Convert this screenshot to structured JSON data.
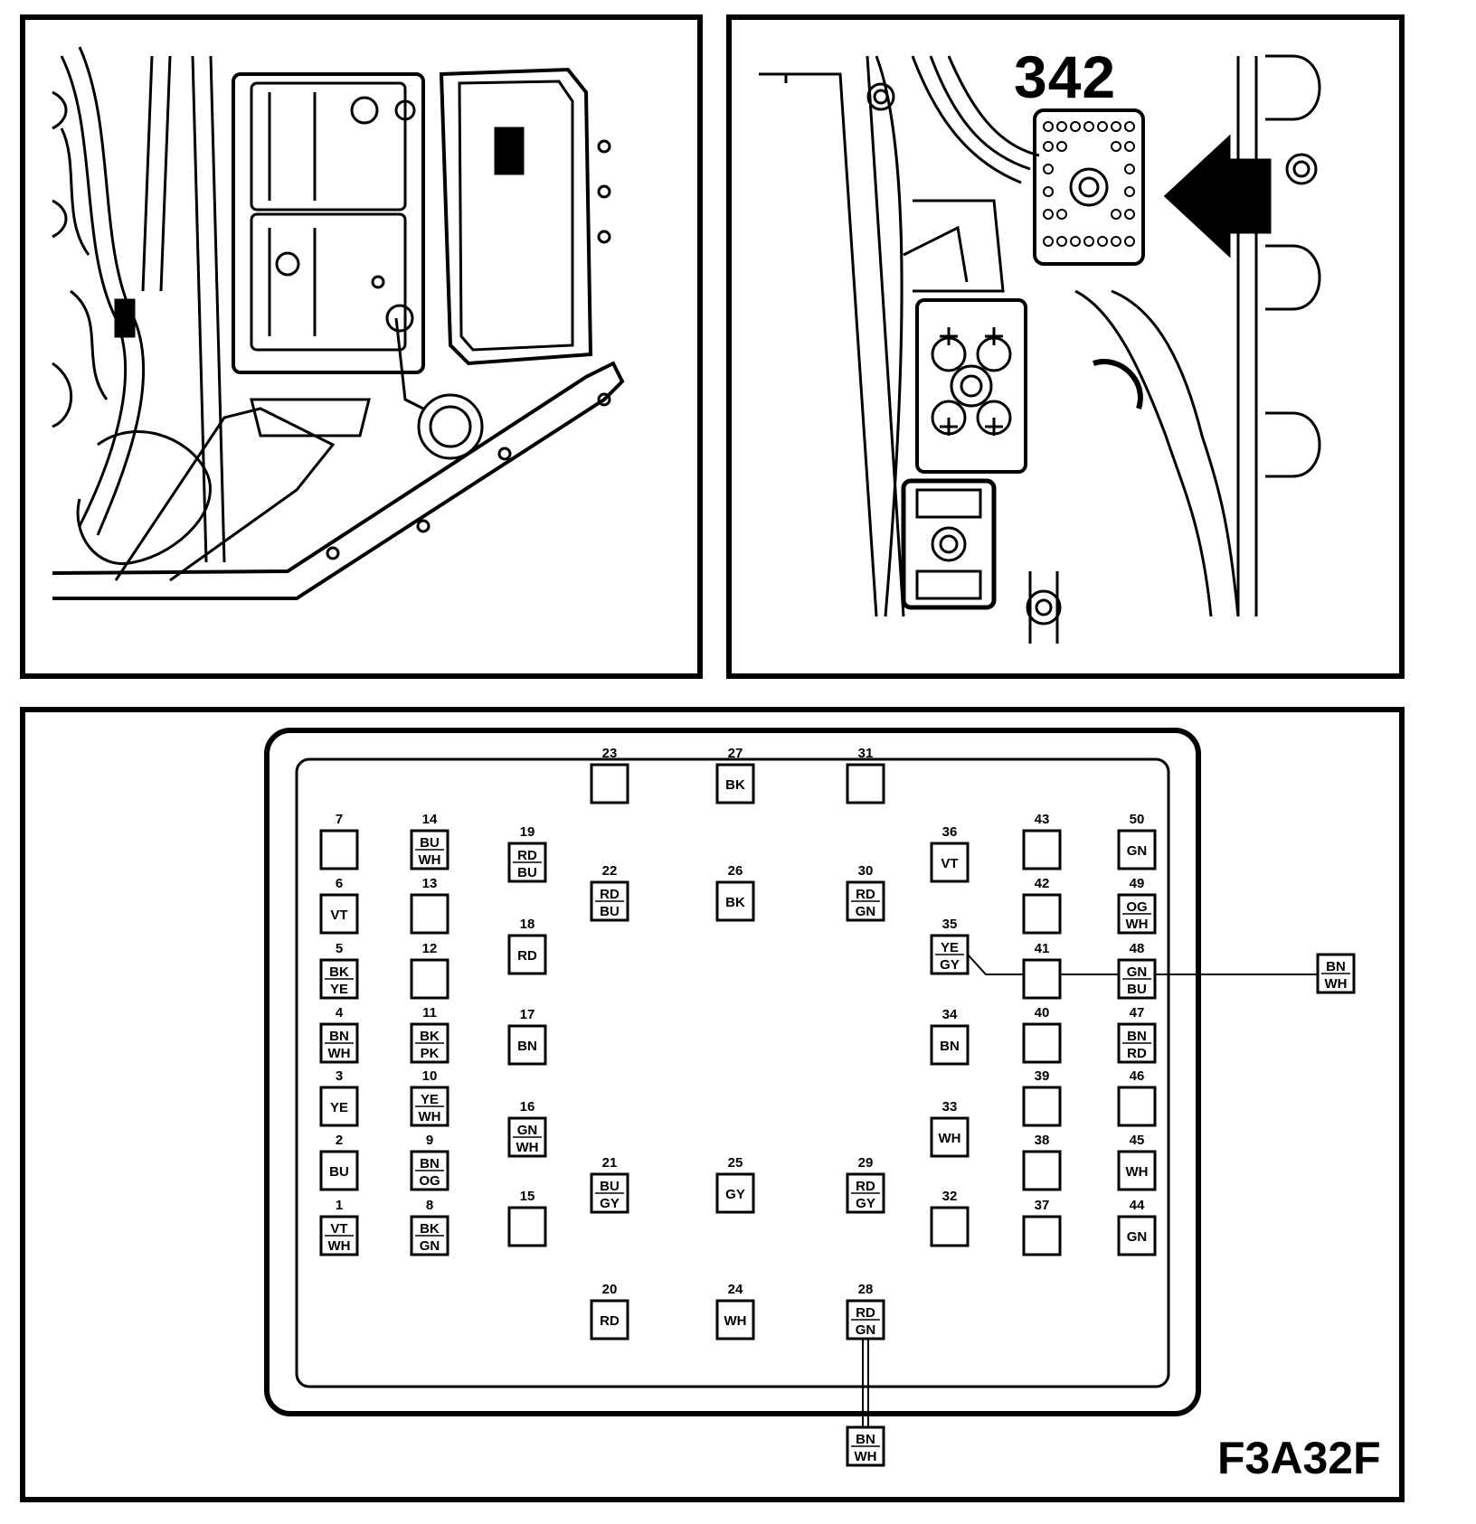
{
  "ref_label": "342",
  "figure_code": "F3A32F",
  "pins": [
    {
      "n": "1",
      "c": [
        "VT",
        "WH"
      ]
    },
    {
      "n": "2",
      "c": [
        "BU"
      ]
    },
    {
      "n": "3",
      "c": [
        "YE"
      ]
    },
    {
      "n": "4",
      "c": [
        "BN",
        "WH"
      ]
    },
    {
      "n": "5",
      "c": [
        "BK",
        "YE"
      ]
    },
    {
      "n": "6",
      "c": [
        "VT"
      ]
    },
    {
      "n": "7",
      "c": []
    },
    {
      "n": "8",
      "c": [
        "BK",
        "GN"
      ]
    },
    {
      "n": "9",
      "c": [
        "BN",
        "OG"
      ]
    },
    {
      "n": "10",
      "c": [
        "YE",
        "WH"
      ]
    },
    {
      "n": "11",
      "c": [
        "BK",
        "PK"
      ]
    },
    {
      "n": "12",
      "c": []
    },
    {
      "n": "13",
      "c": []
    },
    {
      "n": "14",
      "c": [
        "BU",
        "WH"
      ]
    },
    {
      "n": "15",
      "c": []
    },
    {
      "n": "16",
      "c": [
        "GN",
        "WH"
      ]
    },
    {
      "n": "17",
      "c": [
        "BN"
      ]
    },
    {
      "n": "18",
      "c": [
        "RD"
      ]
    },
    {
      "n": "19",
      "c": [
        "RD",
        "BU"
      ]
    },
    {
      "n": "20",
      "c": [
        "RD"
      ]
    },
    {
      "n": "21",
      "c": [
        "BU",
        "GY"
      ]
    },
    {
      "n": "22",
      "c": [
        "RD",
        "BU"
      ]
    },
    {
      "n": "23",
      "c": []
    },
    {
      "n": "24",
      "c": [
        "WH"
      ]
    },
    {
      "n": "25",
      "c": [
        "GY"
      ]
    },
    {
      "n": "26",
      "c": [
        "BK"
      ]
    },
    {
      "n": "27",
      "c": [
        "BK"
      ]
    },
    {
      "n": "28",
      "c": [
        "RD",
        "GN"
      ]
    },
    {
      "n": "29",
      "c": [
        "RD",
        "GY"
      ]
    },
    {
      "n": "30",
      "c": [
        "RD",
        "GN"
      ]
    },
    {
      "n": "31",
      "c": []
    },
    {
      "n": "32",
      "c": []
    },
    {
      "n": "33",
      "c": [
        "WH"
      ]
    },
    {
      "n": "34",
      "c": [
        "BN"
      ]
    },
    {
      "n": "35",
      "c": [
        "YE",
        "GY"
      ]
    },
    {
      "n": "36",
      "c": [
        "VT"
      ]
    },
    {
      "n": "37",
      "c": []
    },
    {
      "n": "38",
      "c": []
    },
    {
      "n": "39",
      "c": []
    },
    {
      "n": "40",
      "c": []
    },
    {
      "n": "41",
      "c": []
    },
    {
      "n": "42",
      "c": []
    },
    {
      "n": "43",
      "c": []
    },
    {
      "n": "44",
      "c": [
        "GN"
      ]
    },
    {
      "n": "45",
      "c": [
        "WH"
      ]
    },
    {
      "n": "46",
      "c": []
    },
    {
      "n": "47",
      "c": [
        "BN",
        "RD"
      ]
    },
    {
      "n": "48",
      "c": [
        "GN",
        "BU"
      ]
    },
    {
      "n": "49",
      "c": [
        "OG",
        "WH"
      ]
    },
    {
      "n": "50",
      "c": [
        "GN"
      ]
    }
  ],
  "splices": [
    {
      "from_pin": "35",
      "c": [
        "BN",
        "WH"
      ]
    },
    {
      "from_pin": "28",
      "c": [
        "BN",
        "WH"
      ]
    }
  ]
}
